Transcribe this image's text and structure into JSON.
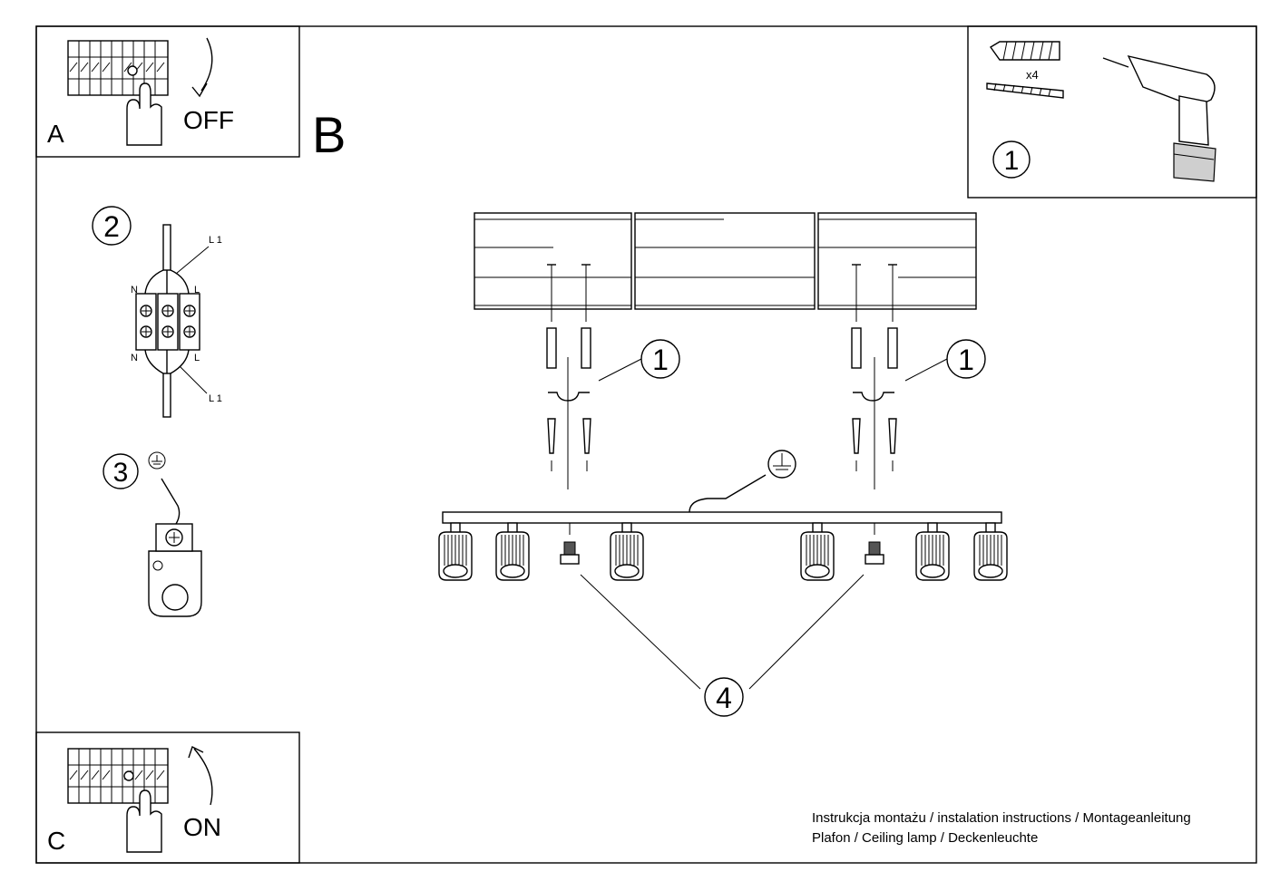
{
  "panels": {
    "a": {
      "letter": "A",
      "state": "OFF"
    },
    "b": {
      "letter": "B"
    },
    "c": {
      "letter": "C",
      "state": "ON"
    }
  },
  "step_labels": {
    "one": "1",
    "two": "2",
    "three": "3",
    "four": "4"
  },
  "tools": {
    "quantity": "x4"
  },
  "wiring": {
    "n": "N",
    "l": "L",
    "l1": "L 1"
  },
  "footer": {
    "line1": "Instrukcja montażu / instalation instructions / Montageanleitung",
    "line2": "Plafon / Ceiling lamp / Deckenleuchte"
  }
}
